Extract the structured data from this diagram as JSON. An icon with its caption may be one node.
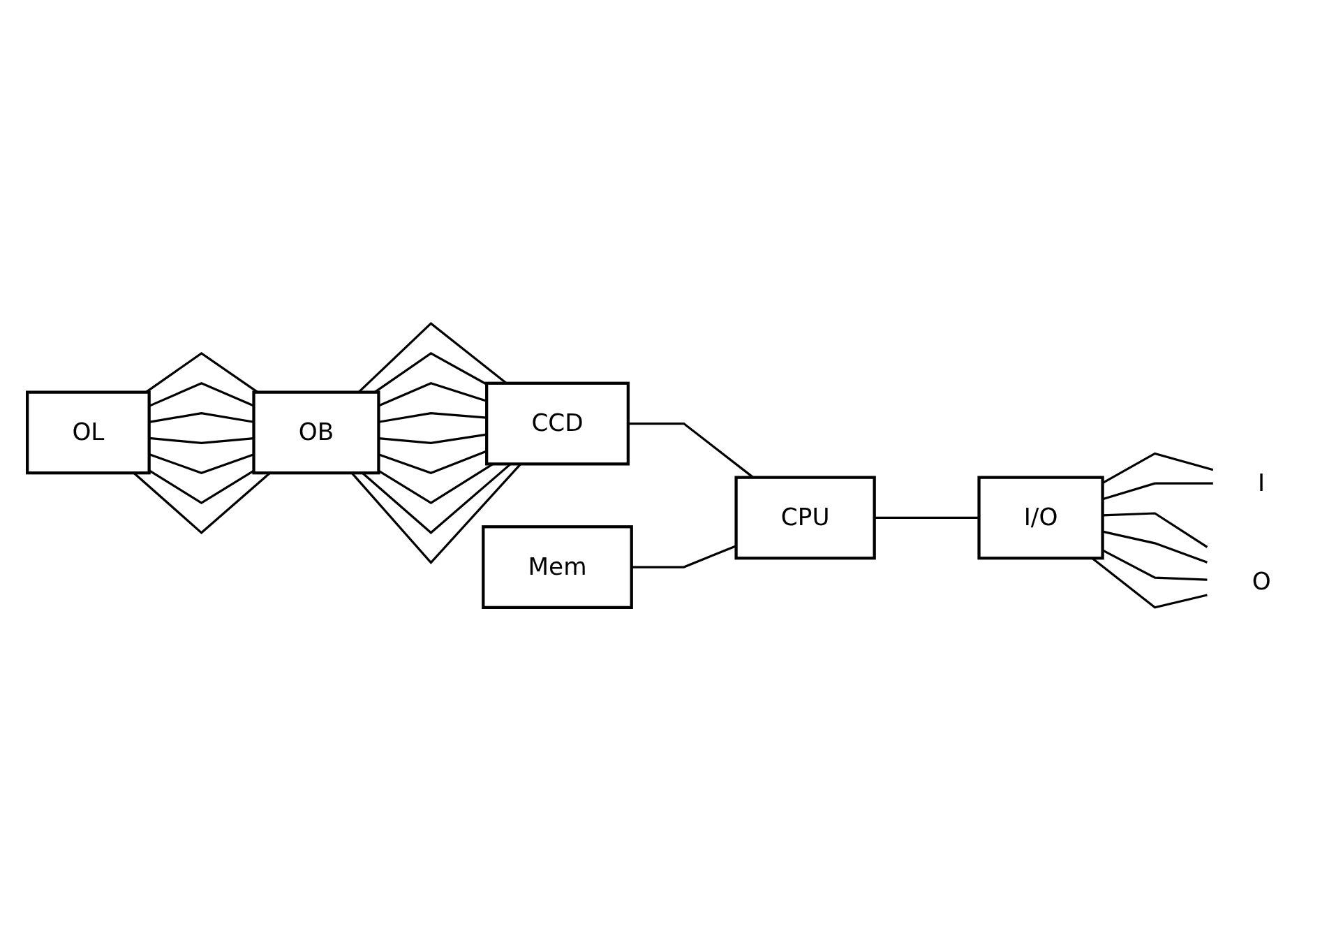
{
  "diagram": {
    "nodes": [
      {
        "text": [
          "OL"
        ]
      },
      {
        "text": [
          "OB"
        ]
      },
      {
        "text": [
          "CCD"
        ]
      },
      {
        "text": [
          "Mem"
        ]
      },
      {
        "text": [
          "CPU"
        ]
      },
      {
        "text": [
          "I/O"
        ]
      },
      {
        "text": [
          "I"
        ]
      },
      {
        "text": [
          "O"
        ]
      }
    ],
    "edges": [
      {
        "from": 0,
        "to": 1,
        "arrow": "none"
      },
      {
        "from": 0,
        "to": 1,
        "arrow": "none"
      },
      {
        "from": 0,
        "to": 1,
        "arrow": "none"
      },
      {
        "from": 0,
        "to": 1,
        "arrow": "none"
      },
      {
        "from": 0,
        "to": 1,
        "arrow": "none"
      },
      {
        "from": 0,
        "to": 1,
        "arrow": "none"
      },
      {
        "from": 0,
        "to": 1,
        "arrow": "none"
      },
      {
        "from": 1,
        "to": 2,
        "arrow": "none"
      },
      {
        "from": 1,
        "to": 2,
        "arrow": "none"
      },
      {
        "from": 1,
        "to": 2,
        "arrow": "none"
      },
      {
        "from": 1,
        "to": 2,
        "arrow": "none"
      },
      {
        "from": 1,
        "to": 2,
        "arrow": "none"
      },
      {
        "from": 1,
        "to": 2,
        "arrow": "none"
      },
      {
        "from": 1,
        "to": 2,
        "arrow": "none"
      },
      {
        "from": 1,
        "to": 2,
        "arrow": "none"
      },
      {
        "from": 1,
        "to": 2,
        "arrow": "none"
      },
      {
        "from": 2,
        "to": 4,
        "arrow": "none"
      },
      {
        "from": 3,
        "to": 4,
        "arrow": "none"
      },
      {
        "from": 4,
        "to": 5,
        "arrow": "none"
      },
      {
        "from": 5,
        "to": 6,
        "arrow": "none"
      },
      {
        "from": 5,
        "to": 6,
        "arrow": "none"
      },
      {
        "from": 5,
        "to": 7,
        "arrow": "none"
      },
      {
        "from": 5,
        "to": 7,
        "arrow": "none"
      },
      {
        "from": 5,
        "to": 7,
        "arrow": "none"
      },
      {
        "from": 5,
        "to": 7,
        "arrow": "none"
      }
    ]
  }
}
